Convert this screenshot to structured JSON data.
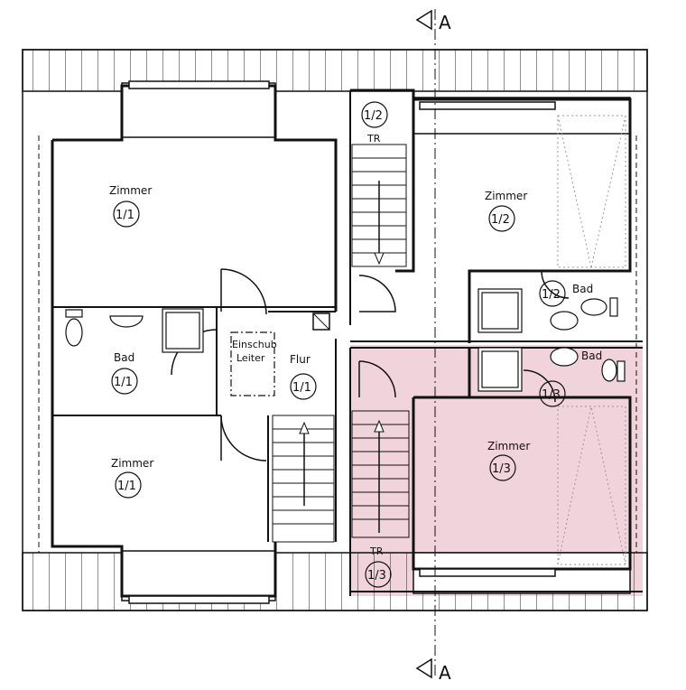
{
  "section": {
    "marker_top": "A",
    "marker_bottom": "A"
  },
  "rooms": {
    "zimmer_left_top": {
      "name": "Zimmer",
      "unit": "1/1"
    },
    "bad_left": {
      "name": "Bad",
      "unit": "1/1"
    },
    "zimmer_left_bottom": {
      "name": "Zimmer",
      "unit": "1/1"
    },
    "flur": {
      "name": "Flur",
      "unit": "1/1",
      "ladder_line1": "Einschub",
      "ladder_line2": "Leiter"
    },
    "tr_top": {
      "name": "TR",
      "unit": "1/2"
    },
    "zimmer_right_top": {
      "name": "Zimmer",
      "unit": "1/2"
    },
    "bad_right_top": {
      "name": "Bad",
      "unit": "1/2"
    },
    "bad_right_bottom": {
      "name": "Bad",
      "unit": "1/3"
    },
    "zimmer_right_bottom": {
      "name": "Zimmer",
      "unit": "1/3"
    },
    "tr_bottom": {
      "name": "TR",
      "unit": "1/3"
    }
  },
  "colors": {
    "highlight": "#f1d3dc",
    "walls": "#111111"
  }
}
